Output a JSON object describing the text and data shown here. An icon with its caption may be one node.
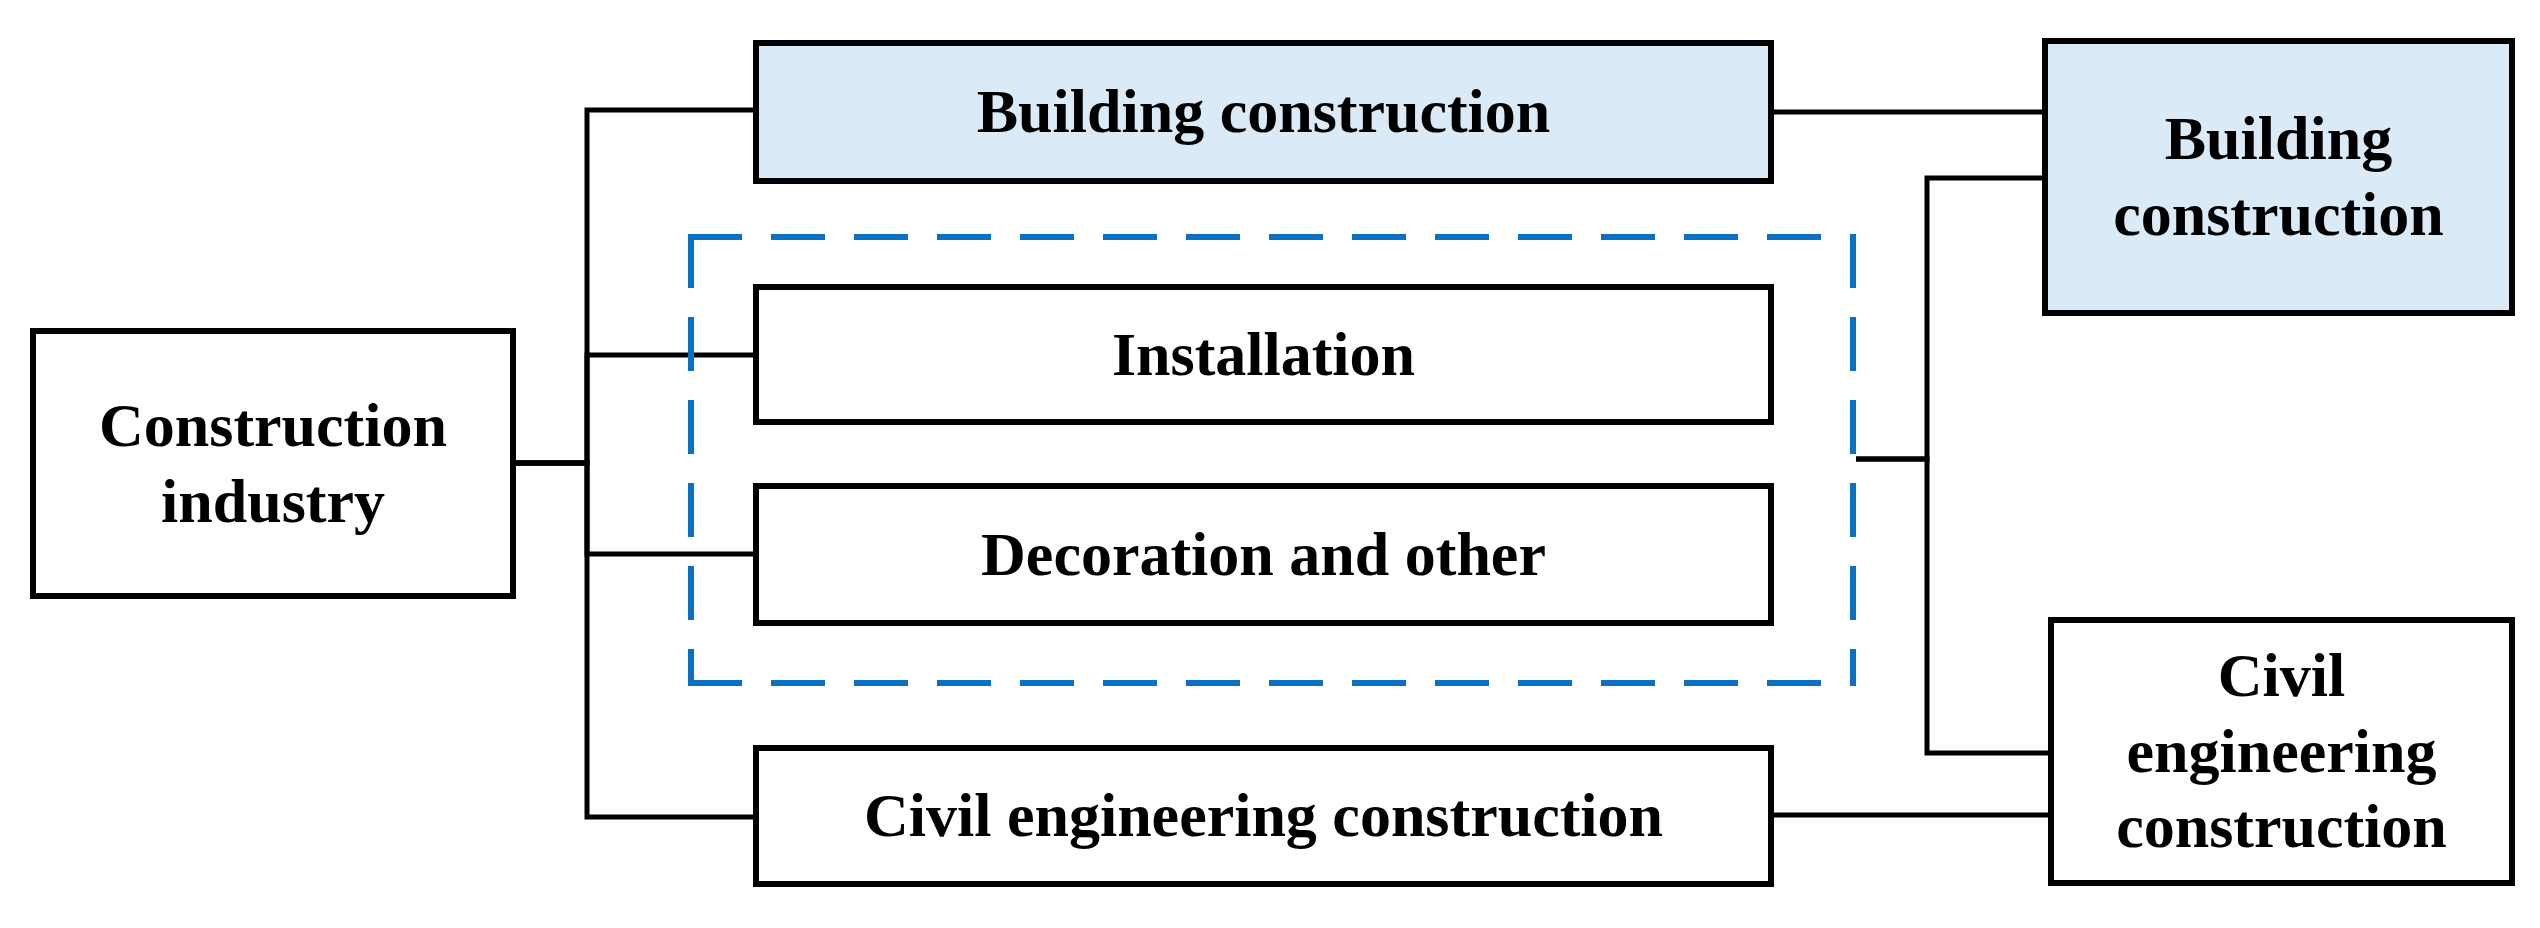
{
  "diagram": {
    "nodes": [
      {
        "text": [
          "Construction industry"
        ]
      },
      {
        "text": [
          "Building construction"
        ]
      },
      {
        "text": [],
        "shape": "box"
      },
      {
        "text": [
          "Installation"
        ],
        "in": 2
      },
      {
        "text": [
          "Decoration and other"
        ],
        "in": 2
      },
      {
        "text": [
          "Civil engineering construction"
        ]
      },
      {
        "text": [
          "Building construction"
        ]
      },
      {
        "text": [
          "Civil engineering construction"
        ]
      }
    ],
    "edges": [
      {
        "from": 0,
        "to": 1,
        "arrow": "none"
      },
      {
        "from": 0,
        "to": 3,
        "arrow": "none"
      },
      {
        "from": 0,
        "to": 4,
        "arrow": "none"
      },
      {
        "from": 0,
        "to": 5,
        "arrow": "none"
      },
      {
        "from": 1,
        "to": 6,
        "arrow": "none"
      },
      {
        "from": 2,
        "to": 6,
        "arrow": "none"
      },
      {
        "from": 2,
        "to": 7,
        "arrow": "none"
      },
      {
        "from": 5,
        "to": 7,
        "arrow": "none"
      }
    ]
  }
}
